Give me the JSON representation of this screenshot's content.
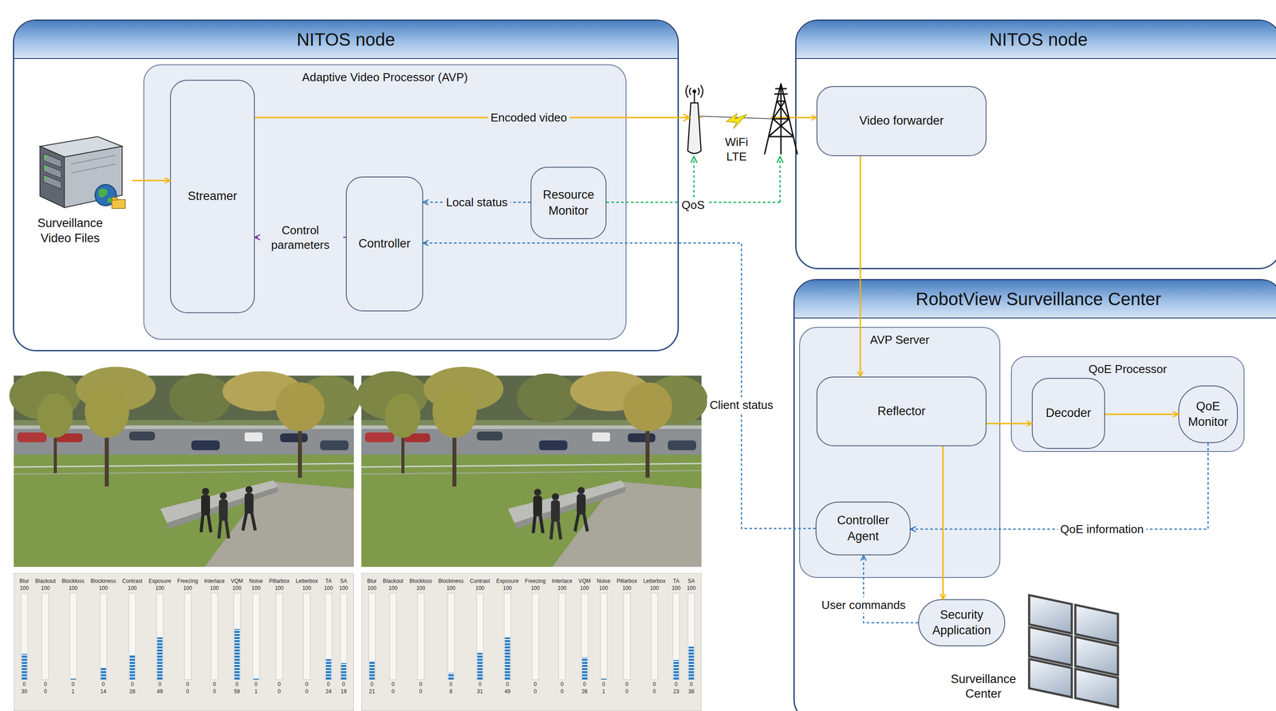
{
  "diagram": {
    "nodes": [
      {
        "text": [
          "NITOS node"
        ]
      },
      {
        "text": [
          "Surveillance Video Files"
        ],
        "in": 0
      },
      {
        "text": [
          "Adaptive Video Processor (AVP)"
        ],
        "in": 0
      },
      {
        "text": [
          "Streamer"
        ],
        "in": 2
      },
      {
        "text": [
          "Controller"
        ],
        "in": 2
      },
      {
        "text": [
          "Resource Monitor"
        ],
        "in": 2
      },
      {
        "text": [
          "NITOS node"
        ]
      },
      {
        "text": [
          "Video forwarder"
        ],
        "in": 6
      },
      {
        "text": [
          "RobotView Surveillance Center"
        ]
      },
      {
        "text": [
          "AVP Server"
        ],
        "in": 8
      },
      {
        "text": [
          "Reflector"
        ],
        "in": 9
      },
      {
        "text": [
          "Controller Agent"
        ],
        "in": 9
      },
      {
        "text": [
          "QoE Processor"
        ],
        "in": 8
      },
      {
        "text": [
          "Decoder"
        ],
        "in": 12
      },
      {
        "text": [
          "QoE Monitor"
        ],
        "in": 12
      },
      {
        "text": [
          "Security Application"
        ],
        "in": 8
      },
      {
        "text": [
          "Surveillance Center"
        ],
        "in": 8
      }
    ],
    "edges": [
      {
        "from": 1,
        "to": 3,
        "arrow": "to"
      },
      {
        "from": 3,
        "to": 7,
        "label": "Encoded video",
        "arrow": "to"
      },
      {
        "from": 5,
        "to": 4,
        "label": "Local status",
        "arrow": "to"
      },
      {
        "from": 4,
        "to": 3,
        "label": "Control parameters",
        "arrow": "to"
      },
      {
        "from": 11,
        "to": 4,
        "label": "Client status",
        "arrow": "to"
      },
      {
        "from": 7,
        "to": 10,
        "arrow": "to"
      },
      {
        "from": 10,
        "to": 13,
        "arrow": "to"
      },
      {
        "from": 13,
        "to": 14,
        "arrow": "to"
      },
      {
        "from": 14,
        "to": 11,
        "label": "QoE information",
        "arrow": "to"
      },
      {
        "from": 10,
        "to": 15,
        "arrow": "to"
      },
      {
        "from": 15,
        "to": 11,
        "label": "User commands",
        "arrow": "to"
      }
    ],
    "labels": [
      "WiFi LTE",
      "QoS",
      "Blur",
      "Blackout",
      "Blockloss",
      "Blockiness",
      "Contrast",
      "Exposure",
      "Freezing",
      "Interlace",
      "VQM",
      "Noise",
      "Pillarbox",
      "Letterbox",
      "TA",
      "SA",
      "100",
      "100",
      "100",
      "100",
      "100",
      "100",
      "100",
      "100",
      "100",
      "100",
      "100",
      "100",
      "100",
      "100",
      "0",
      "0",
      "0",
      "0",
      "0",
      "0",
      "0",
      "0",
      "0",
      "0",
      "0",
      "0",
      "0",
      "0",
      "30",
      "0",
      "1",
      "14",
      "28",
      "49",
      "0",
      "0",
      "59",
      "1",
      "0",
      "0",
      "24",
      "19",
      "Blur",
      "Blackout",
      "Blockloss",
      "Blockiness",
      "Contrast",
      "Exposure",
      "Freezing",
      "Interlace",
      "VQM",
      "Noise",
      "Pillarbox",
      "Letterbox",
      "TA",
      "SA",
      "100",
      "100",
      "100",
      "100",
      "100",
      "100",
      "100",
      "100",
      "100",
      "100",
      "100",
      "100",
      "100",
      "100",
      "0",
      "0",
      "0",
      "0",
      "0",
      "0",
      "0",
      "0",
      "0",
      "0",
      "0",
      "0",
      "0",
      "0",
      "21",
      "0",
      "0",
      "8",
      "31",
      "49",
      "0",
      "0",
      "26",
      "1",
      "0",
      "0",
      "23",
      "38"
    ]
  }
}
